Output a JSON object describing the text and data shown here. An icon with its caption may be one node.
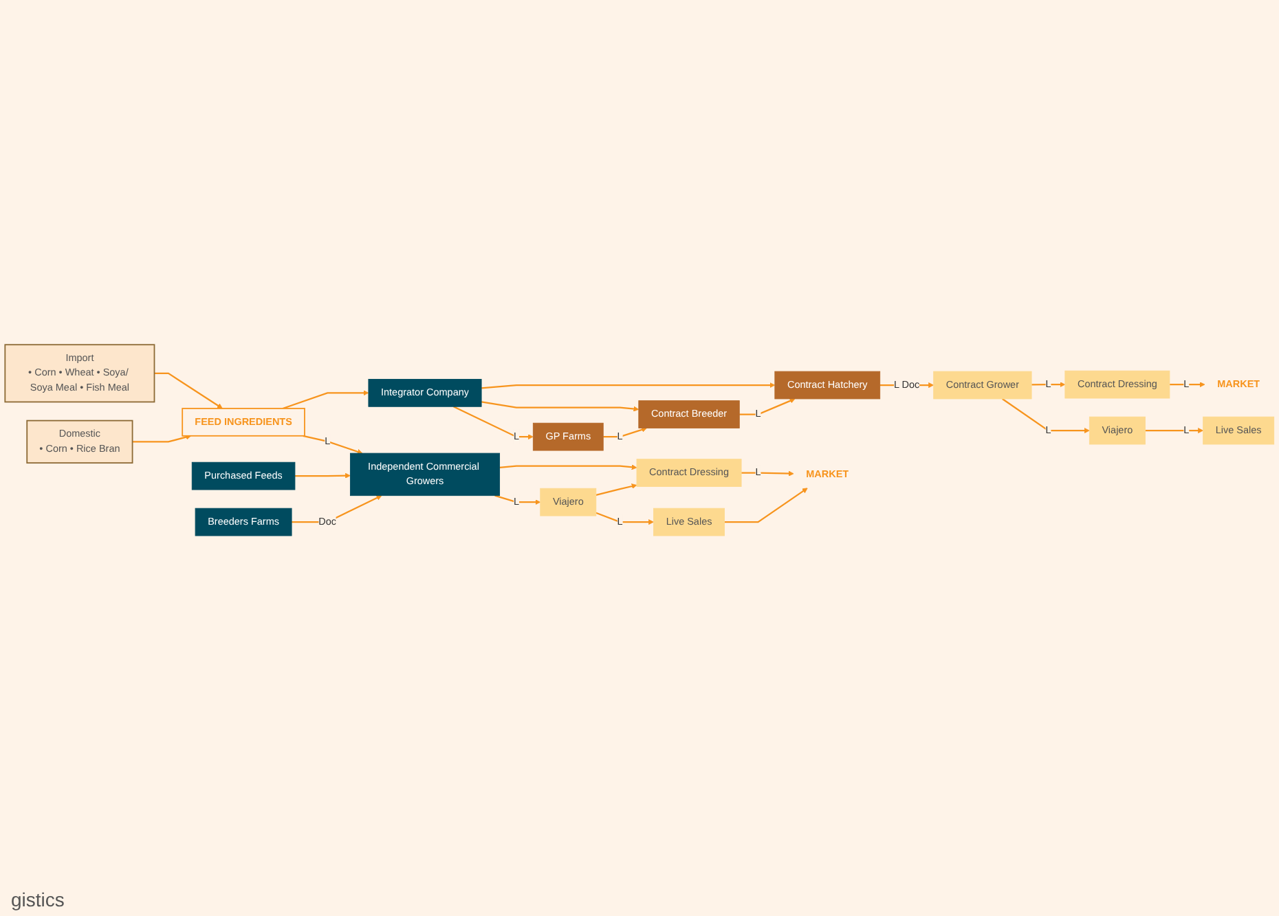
{
  "diagram": {
    "nodes": [
      {
        "text": [
          "Domestic",
          "• Corn • Rice Bran"
        ]
      },
      {
        "text": [
          "FEED INGREDIENTS"
        ]
      },
      {
        "text": [
          "Import",
          "• Corn • Wheat • Soya/ Soya Meal • Fish Meal"
        ]
      },
      {
        "text": [
          "Purchased Feeds"
        ]
      },
      {
        "text": [
          "Independent Commercial Growers"
        ]
      },
      {
        "text": [
          "Breeders Farms"
        ]
      },
      {
        "text": [
          "Integrator Company"
        ]
      },
      {
        "text": [
          "Viajero"
        ]
      },
      {
        "text": [
          "Live Sales"
        ]
      },
      {
        "text": [
          "Contract Dressing"
        ]
      },
      {
        "text": [
          "MARKET"
        ]
      },
      {
        "text": [
          "GP Farms"
        ]
      },
      {
        "text": [
          "Contract Breeder"
        ]
      },
      {
        "text": [
          "Contract Hatchery"
        ]
      },
      {
        "text": [
          "Viajero"
        ]
      },
      {
        "text": [
          "Live Sales"
        ]
      },
      {
        "text": [
          "Contract Grower"
        ]
      },
      {
        "text": [
          "Contract Dressing"
        ]
      },
      {
        "text": [
          "MARKET"
        ]
      }
    ],
    "edges": [
      {
        "from": 0,
        "to": 1,
        "arrow": "to"
      },
      {
        "from": 2,
        "to": 1,
        "arrow": "to"
      },
      {
        "from": 1,
        "to": 4,
        "arrow": "to",
        "label": "L"
      },
      {
        "from": 1,
        "to": 6,
        "arrow": "to"
      },
      {
        "from": 3,
        "to": 4,
        "arrow": "to"
      },
      {
        "from": 5,
        "to": 4,
        "arrow": "to",
        "label": "Doc"
      },
      {
        "from": 4,
        "to": 7,
        "arrow": "to",
        "label": "L"
      },
      {
        "from": 4,
        "to": 9,
        "arrow": "to"
      },
      {
        "from": 7,
        "to": 8,
        "arrow": "to",
        "label": "L"
      },
      {
        "from": 7,
        "to": 9,
        "arrow": "to"
      },
      {
        "from": 8,
        "to": 10,
        "arrow": "to"
      },
      {
        "from": 9,
        "to": 10,
        "arrow": "to",
        "label": "L"
      },
      {
        "from": 6,
        "to": 11,
        "arrow": "to",
        "label": "L"
      },
      {
        "from": 6,
        "to": 12,
        "arrow": "to"
      },
      {
        "from": 6,
        "to": 13,
        "arrow": "to"
      },
      {
        "from": 11,
        "to": 12,
        "arrow": "to",
        "label": "L"
      },
      {
        "from": 12,
        "to": 13,
        "arrow": "to",
        "label": "L"
      },
      {
        "from": 13,
        "to": 16,
        "arrow": "to",
        "label": "L Doc"
      },
      {
        "from": 16,
        "to": 14,
        "arrow": "to",
        "label": "L"
      },
      {
        "from": 14,
        "to": 15,
        "arrow": "to",
        "label": "L"
      },
      {
        "from": 16,
        "to": 17,
        "arrow": "to",
        "label": "L"
      },
      {
        "from": 17,
        "to": 18,
        "arrow": "to",
        "label": "L"
      }
    ],
    "labels": [
      "gistics"
    ]
  }
}
